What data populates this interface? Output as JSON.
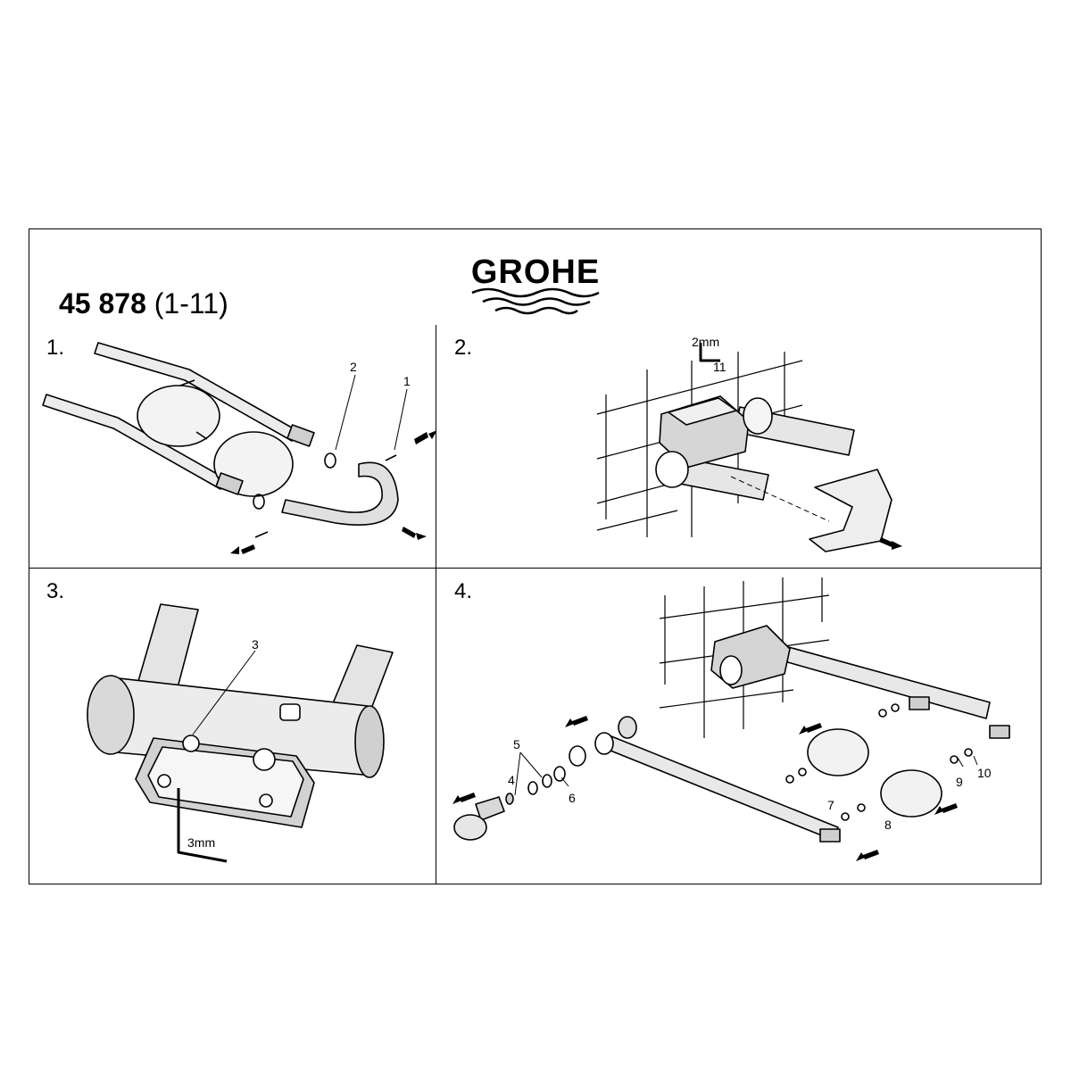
{
  "brand": {
    "name": "GROHE"
  },
  "document": {
    "part_number": "45 878",
    "page_range": "(1-11)"
  },
  "steps": [
    {
      "label": "1.",
      "callouts": [
        "2",
        "1"
      ]
    },
    {
      "label": "2.",
      "callouts": [
        "2mm",
        "11"
      ]
    },
    {
      "label": "3.",
      "callouts": [
        "3",
        "3mm"
      ]
    },
    {
      "label": "4.",
      "callouts": [
        "5",
        "4",
        "6",
        "7",
        "8",
        "9",
        "10"
      ]
    }
  ],
  "colors": {
    "line": "#000000",
    "fill_light": "#e8e8e8",
    "fill_mid": "#bdbdbd",
    "background": "#ffffff"
  }
}
